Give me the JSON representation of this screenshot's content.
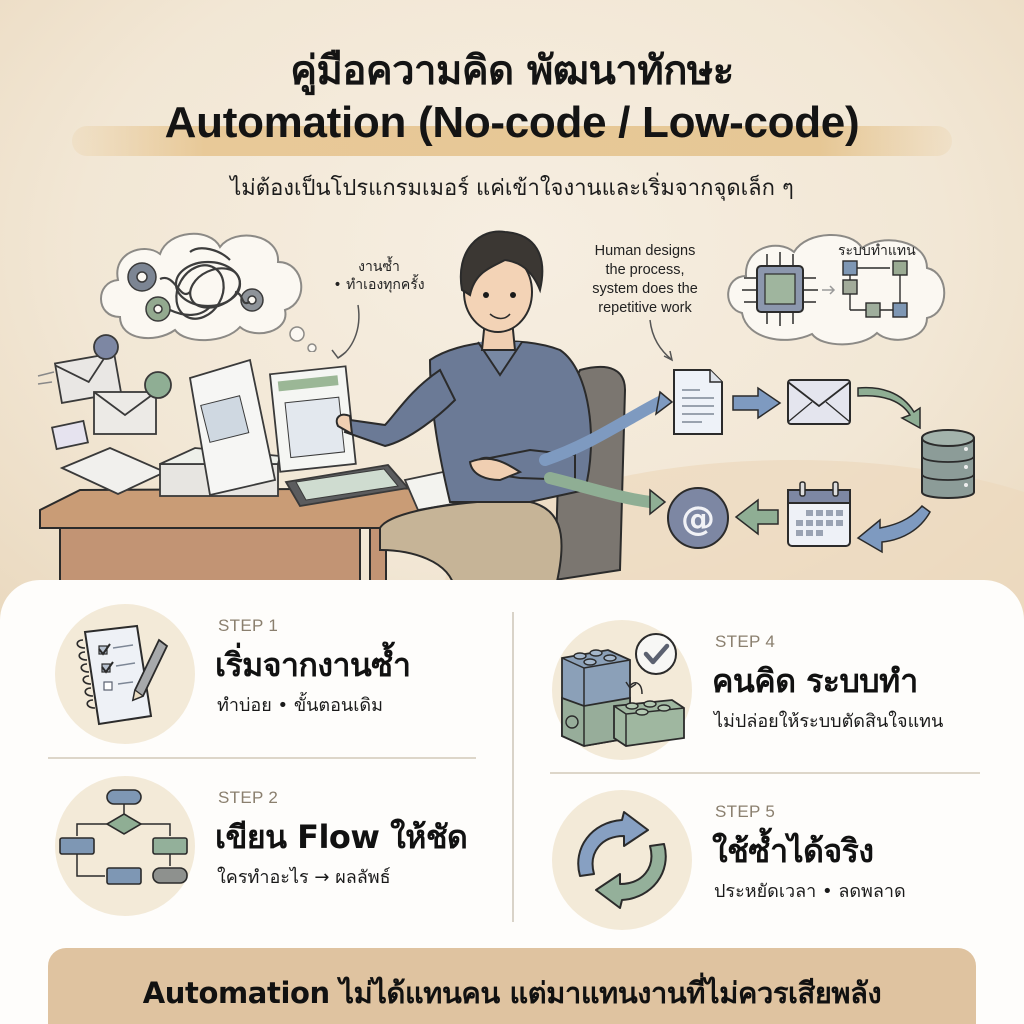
{
  "header": {
    "title_line1": "คู่มือความคิด พัฒนาทักษะ",
    "title_line2": "Automation (No-code / Low-code)",
    "subtitle": "ไม่ต้องเป็นโปรแกรมเมอร์ แค่เข้าใจงานและเริ่มจากจุดเล็ก ๆ"
  },
  "illustration": {
    "note_left": [
      "งานซ้ำ",
      "• ทำเองทุกครั้ง"
    ],
    "note_right": [
      "Human designs",
      "the process,",
      "system does the",
      "repetitive work"
    ],
    "cloud_right_label": "ระบบทำแทน",
    "flow_icons": [
      "document-icon",
      "envelope-icon",
      "database-icon",
      "calendar-icon",
      "at-sign-icon"
    ],
    "colors": {
      "blue": "#7b98bf",
      "green": "#8fae94",
      "slate": "#7a85a3",
      "outline": "#2b2b2b"
    }
  },
  "steps": [
    {
      "label": "STEP 1",
      "heading": "เริ่มจากงานซ้ำ",
      "desc": "ทำบ่อย • ขั้นตอนเดิม",
      "icon": "checklist-notebook-icon"
    },
    {
      "label": "STEP 2",
      "heading": "เขียน Flow ให้ชัด",
      "desc": "ใครทำอะไร → ผลลัพธ์",
      "icon": "flowchart-icon"
    },
    {
      "label": "STEP 4",
      "heading": "คนคิด ระบบทำ",
      "desc": "ไม่ปล่อยให้ระบบตัดสินใจแทน",
      "icon": "building-blocks-icon"
    },
    {
      "label": "STEP 5",
      "heading": "ใช้ซ้ำได้จริง",
      "desc": "ประหยัดเวลา • ลดพลาด",
      "icon": "cycle-arrows-icon"
    }
  ],
  "footer": {
    "banner": "Automation ไม่ได้แทนคน แต่มาแทนงานที่ไม่ควรเสียพลัง"
  },
  "theme": {
    "background": "#f3e9d8",
    "panel": "#fefdfb",
    "banner": "#dfc3a0",
    "highlight": "#e8c998",
    "step_label": "#8a7f6e",
    "badge": "#f3ead8"
  }
}
